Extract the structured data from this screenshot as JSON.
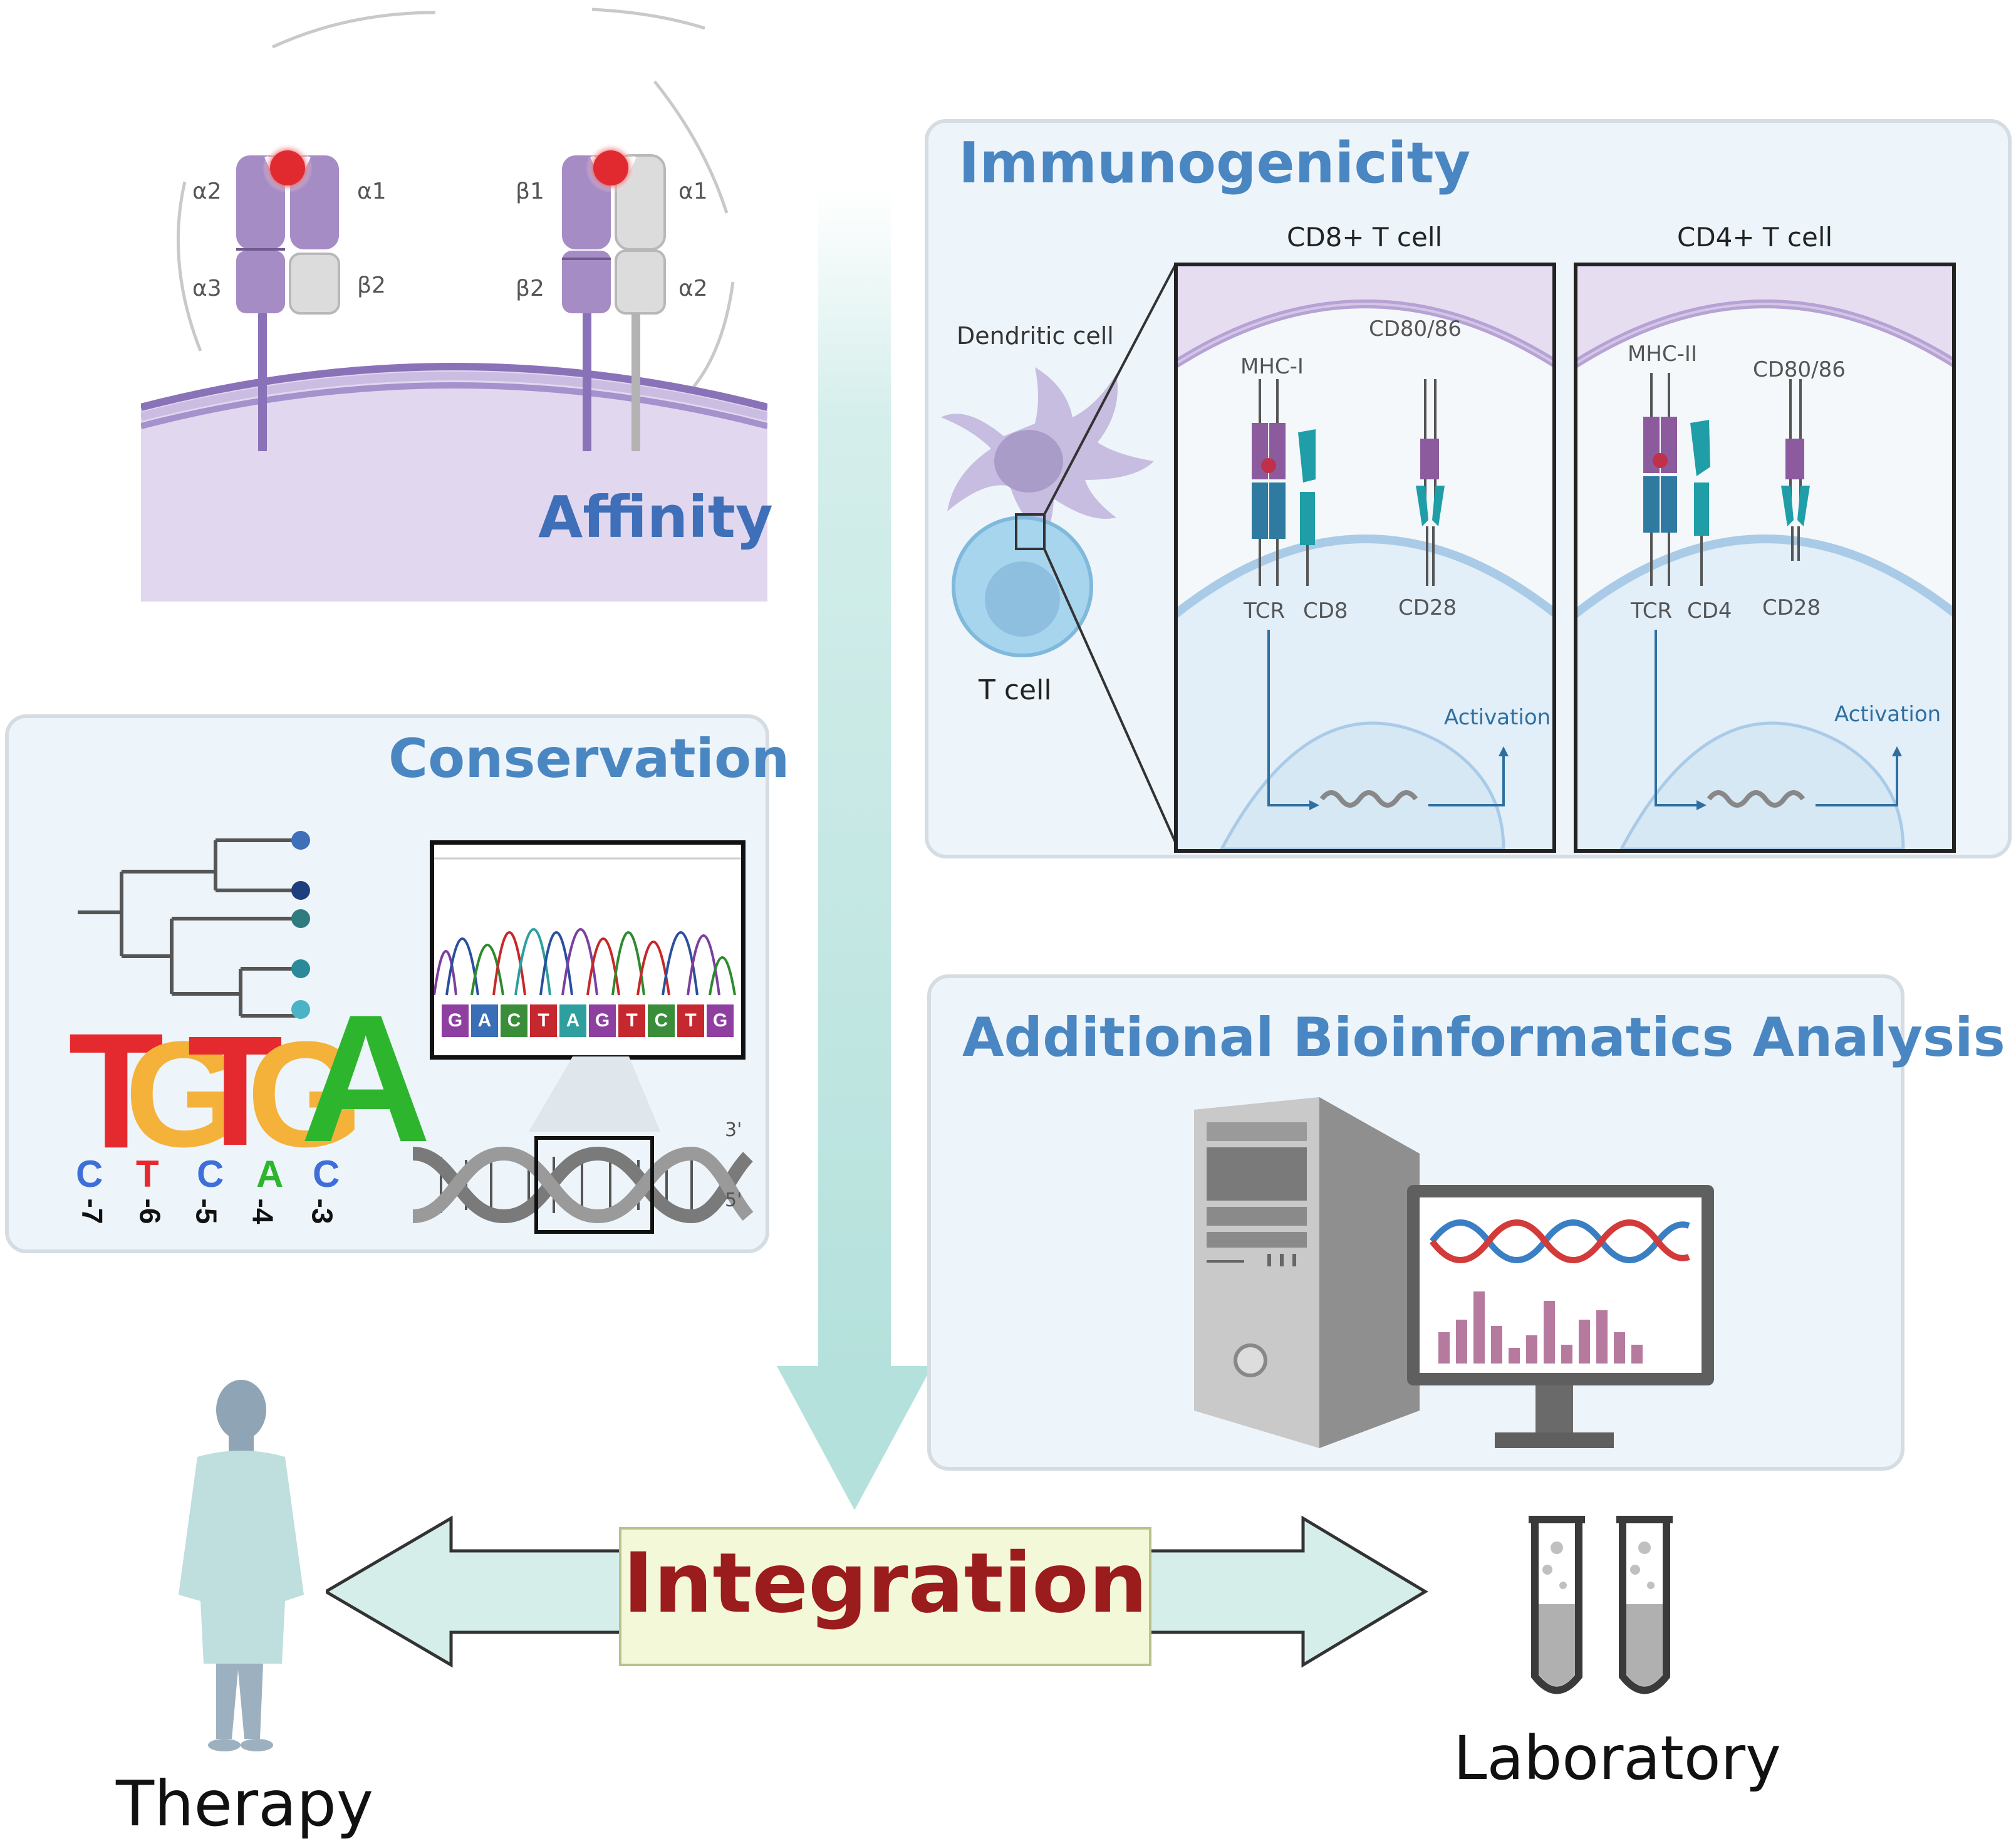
{
  "affinity": {
    "title": "Affinity",
    "mhc1_labels": {
      "a2": "α2",
      "a1": "α1",
      "a3": "α3",
      "b2": "β2"
    },
    "mhc2_labels": {
      "b1": "β1",
      "a1": "α1",
      "b2": "β2",
      "a2": "α2"
    }
  },
  "immunogenicity": {
    "title": "Immunogenicity",
    "dendritic_cell": "Dendritic cell",
    "t_cell": "T cell",
    "cd8": {
      "title": "CD8+ T cell",
      "mhc": "MHC-I",
      "costim": "CD80/86",
      "tcr": "TCR",
      "coreceptor": "CD8",
      "cd28": "CD28",
      "activation": "Activation"
    },
    "cd4": {
      "title": "CD4+ T cell",
      "mhc": "MHC-II",
      "costim": "CD80/86",
      "tcr": "TCR",
      "coreceptor": "CD4",
      "cd28": "CD28",
      "activation": "Activation"
    }
  },
  "conservation": {
    "title": "Conservation",
    "logo_letters": [
      "T",
      "G",
      "T",
      "G",
      "A"
    ],
    "logo_minor": [
      "C",
      "T",
      "C",
      "A",
      "C"
    ],
    "positions": [
      "-7",
      "-6",
      "-5",
      "-4",
      "-3"
    ],
    "sequence": [
      "G",
      "A",
      "C",
      "T",
      "A",
      "G",
      "T",
      "C",
      "T",
      "G"
    ],
    "dna_end_top": "3'",
    "dna_end_bottom": "5'"
  },
  "bioinformatics": {
    "title": "Additional Bioinformatics Analysis"
  },
  "integration": {
    "label": "Integration",
    "left": "Therapy",
    "right": "Laboratory"
  },
  "colors": {
    "title_blue": "#4a87c2",
    "integration_red": "#9b1c1c",
    "arrow_teal": "#b9e3de",
    "mhc_purple": "#a68cc4",
    "integration_box": "#f3f8d8"
  }
}
